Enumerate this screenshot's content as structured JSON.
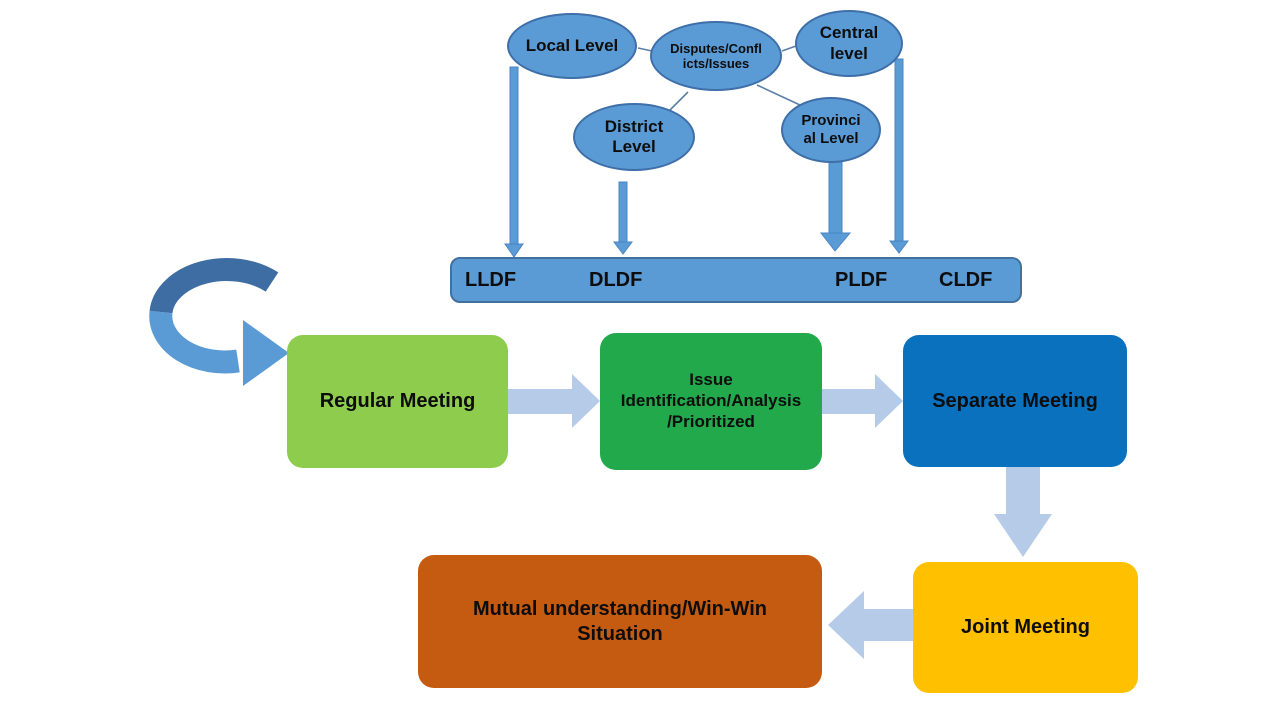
{
  "diagram": {
    "title": "Dispute resolution process flow diagram",
    "colors": {
      "node_blue": "#5B9BD5",
      "node_border_blue": "#3F6FA8",
      "bar_blue": "#5B9BD5",
      "bar_border": "#41719C",
      "connector_light_blue": "#B6CBE7",
      "curved_arrow_dark": "#3E6DA4",
      "curved_arrow_light": "#5B9BD5",
      "box_green_light": "#8DCC4D",
      "box_green": "#21A94C",
      "box_blue": "#0A71BE",
      "box_yellow": "#FFC000",
      "box_orange": "#C55A11",
      "text": "#0d0d0d"
    },
    "top": {
      "ellipses": [
        {
          "id": "local",
          "label": "Local Level"
        },
        {
          "id": "disputes",
          "label": "Disputes/Confl\nicts/Issues"
        },
        {
          "id": "central",
          "label": "Central\nlevel"
        },
        {
          "id": "district",
          "label": "District\nLevel"
        },
        {
          "id": "provincial",
          "label": "Provinci\nal Level"
        }
      ],
      "bar_labels": [
        "LLDF",
        "DLDF",
        "PLDF",
        "CLDF"
      ]
    },
    "flow": {
      "regular": {
        "label": "Regular Meeting"
      },
      "issue": {
        "label": "Issue\nIdentification/Analysis\n/Prioritized"
      },
      "separate": {
        "label": "Separate Meeting"
      },
      "joint": {
        "label": "Joint Meeting"
      },
      "mutual": {
        "label": "Mutual understanding/Win-Win\nSituation"
      }
    },
    "icons": {
      "curved_arrow": "circular-loop-arrow",
      "down_arrows": "level-to-forum-arrows",
      "flow_arrows": "process-step-arrows"
    }
  }
}
